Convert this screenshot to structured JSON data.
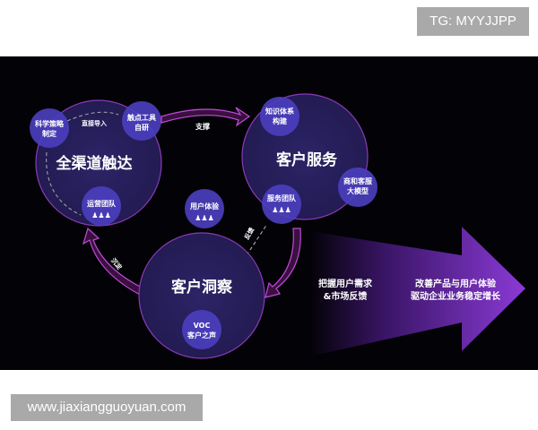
{
  "watermark_top": "TG: MYYJJPP",
  "watermark_bottom": "www.jiaxiangguoyuan.com",
  "diagram": {
    "omnichannel": {
      "title": "全渠道触达",
      "strategy": [
        "科学策略",
        "制定"
      ],
      "tools": [
        "触点工具",
        "自研"
      ],
      "ops_team": "运营团队",
      "direct_label": "直接导入"
    },
    "support_label": "支撑",
    "service": {
      "title": "客户服务",
      "knowledge": [
        "知识体系",
        "构建"
      ],
      "model": [
        "商和客服",
        "大模型"
      ],
      "team": "服务团队"
    },
    "experience": "用户体验",
    "feedback_label": "反馈",
    "settle_label": "沉淀",
    "insight": {
      "title": "客户洞察",
      "voc": [
        "VOC",
        "客户之声"
      ]
    },
    "arrow_text1": [
      "把握用户需求",
      "&市场反馈"
    ],
    "arrow_text2": [
      "改善产品与用户体验",
      "驱动企业业务稳定增长"
    ],
    "colors": {
      "background": "#030206",
      "circle": "#2a2160",
      "small_circle": "#4b3fc0",
      "accent": "#c04ad8"
    }
  }
}
